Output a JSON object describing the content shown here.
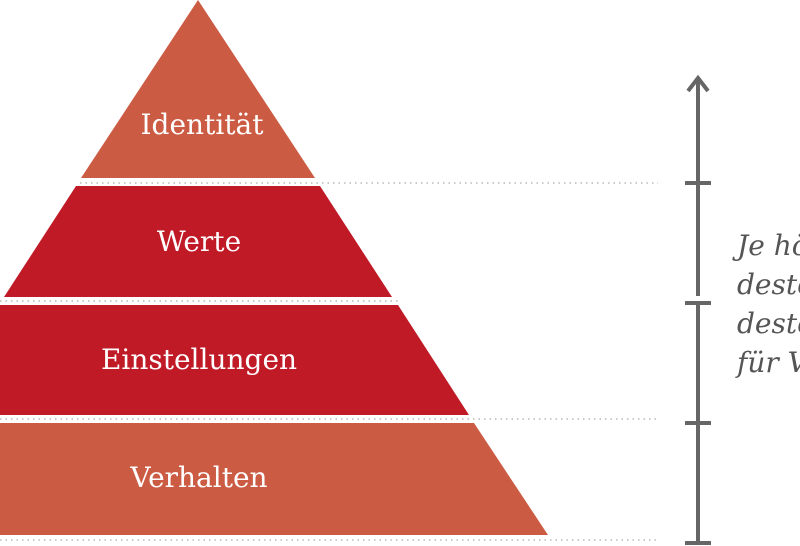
{
  "pyramid": {
    "levels": [
      {
        "label": "Identität",
        "color": "#cc5b43"
      },
      {
        "label": "Werte",
        "color": "#c01a27"
      },
      {
        "label": "Einstellungen",
        "color": "#c01a27"
      },
      {
        "label": "Verhalten",
        "color": "#cc5b43"
      }
    ]
  },
  "axis": {
    "color": "#666666"
  },
  "side_text": {
    "lines": [
      "Je hö",
      "desto",
      "desto",
      "für V"
    ]
  }
}
